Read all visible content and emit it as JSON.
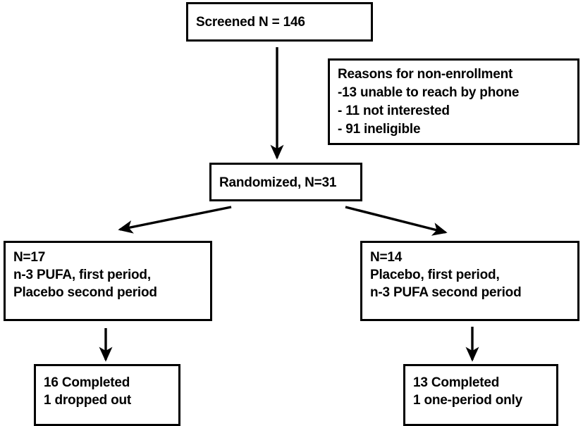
{
  "diagram": {
    "type": "flowchart",
    "title": "CONSORT participant flow diagram",
    "colors": {
      "box_border": "#000000",
      "box_fill": "#ffffff",
      "text": "#000000",
      "arrow": "#000000",
      "background": "#ffffff"
    },
    "nodes": {
      "screened": {
        "id": "screened",
        "text": "Screened  N = 146",
        "n": 146
      },
      "reasons": {
        "id": "reasons-for-non-enrollment",
        "heading": "Reasons for non-enrollment",
        "text": "Reasons for non-enrollment\n -13 unable to reach by phone\n- 11 not interested\n- 91 ineligible",
        "items": [
          {
            "label": "-13 unable to reach by phone",
            "n": 13,
            "reason": "unable to reach by phone"
          },
          {
            "label": "- 11 not interested",
            "n": 11,
            "reason": "not interested"
          },
          {
            "label": "- 91 ineligible",
            "n": 91,
            "reason": "ineligible"
          }
        ]
      },
      "randomized": {
        "id": "randomized",
        "text": "Randomized, N=31",
        "n": 31
      },
      "arm_left": {
        "id": "arm-n3-pufa-first",
        "text": "N=17\nn-3 PUFA, first period,\nPlacebo second period",
        "n": 17,
        "first_period": "n-3 PUFA",
        "second_period": "Placebo"
      },
      "arm_right": {
        "id": "arm-placebo-first",
        "text": "N=14\nPlacebo, first period,\nn-3 PUFA second period",
        "n": 14,
        "first_period": "Placebo",
        "second_period": "n-3 PUFA"
      },
      "outcome_left": {
        "id": "outcome-left",
        "text": "16 Completed\n1 dropped out",
        "completed": 16,
        "dropped_out": 1
      },
      "outcome_right": {
        "id": "outcome-right",
        "text": "13 Completed\n1 one-period only",
        "completed": 13,
        "one_period_only": 1
      }
    },
    "edges": [
      {
        "id": "screened-to-randomized",
        "from": "screened",
        "to": "randomized",
        "style": "straight-down"
      },
      {
        "id": "randomized-to-arm-left",
        "from": "randomized",
        "to": "arm_left",
        "style": "diagonal-left"
      },
      {
        "id": "randomized-to-arm-right",
        "from": "randomized",
        "to": "arm_right",
        "style": "diagonal-right"
      },
      {
        "id": "arm-left-to-outcome-left",
        "from": "arm_left",
        "to": "outcome_left",
        "style": "straight-down"
      },
      {
        "id": "arm-right-to-outcome-right",
        "from": "arm_right",
        "to": "outcome_right",
        "style": "straight-down"
      }
    ]
  }
}
